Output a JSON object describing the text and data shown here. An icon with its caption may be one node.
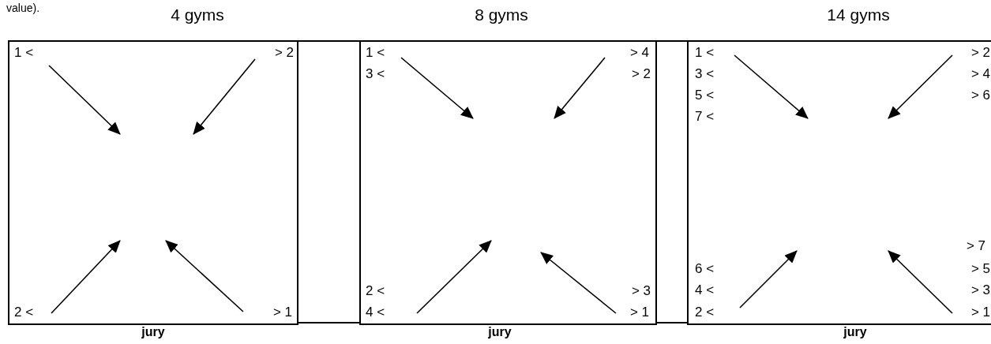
{
  "diagram": {
    "nodes": [
      {
        "text": [
          "4 gyms"
        ],
        "beside": [
          "jury"
        ]
      },
      {
        "text": [
          "8 gyms"
        ],
        "beside": [
          "jury"
        ]
      },
      {
        "text": [
          "14 gyms"
        ],
        "beside": [
          "jury"
        ]
      }
    ],
    "labels": [
      "value).",
      "1 <",
      "> 2",
      "2 <",
      "> 1",
      "1 <",
      "> 4",
      "3 <",
      "> 2",
      "2 <",
      "> 3",
      "4 <",
      "> 1",
      "1 <",
      "> 2",
      "3 <",
      "> 4",
      "5 <",
      "> 6",
      "7 <",
      "> 7",
      "6 <",
      "> 5",
      "4 <",
      "> 3",
      "2 <",
      "> 1"
    ]
  }
}
